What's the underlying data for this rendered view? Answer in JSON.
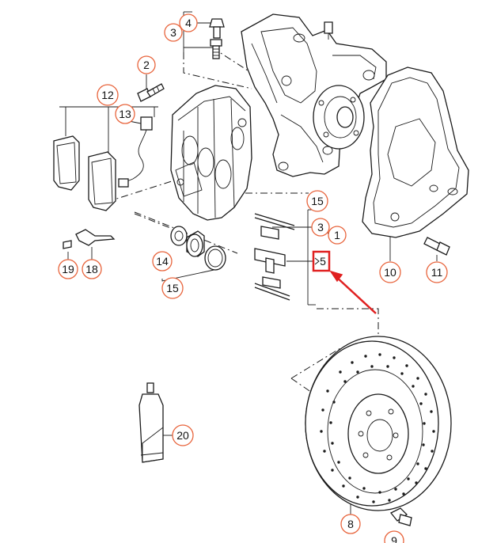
{
  "diagram": {
    "labels": [
      "1",
      "2",
      "3",
      "4",
      "5",
      "8",
      "9",
      "10",
      "11",
      "12",
      "13",
      "14",
      "15",
      "18",
      "19",
      "20"
    ],
    "callouts": {
      "c2": "2",
      "c3a": "3",
      "c4": "4",
      "c12": "12",
      "c13": "13",
      "c15a": "15",
      "c3b": "3",
      "c1": "1",
      "c5": "5",
      "c14": "14",
      "c15b": "15",
      "c19": "19",
      "c18": "18",
      "c10": "10",
      "c11": "11",
      "c20": "20",
      "c8": "8",
      "c9": "9"
    },
    "highlight": {
      "target": "5",
      "color": "#e02020"
    },
    "label_ring_color": "#e8643c"
  }
}
